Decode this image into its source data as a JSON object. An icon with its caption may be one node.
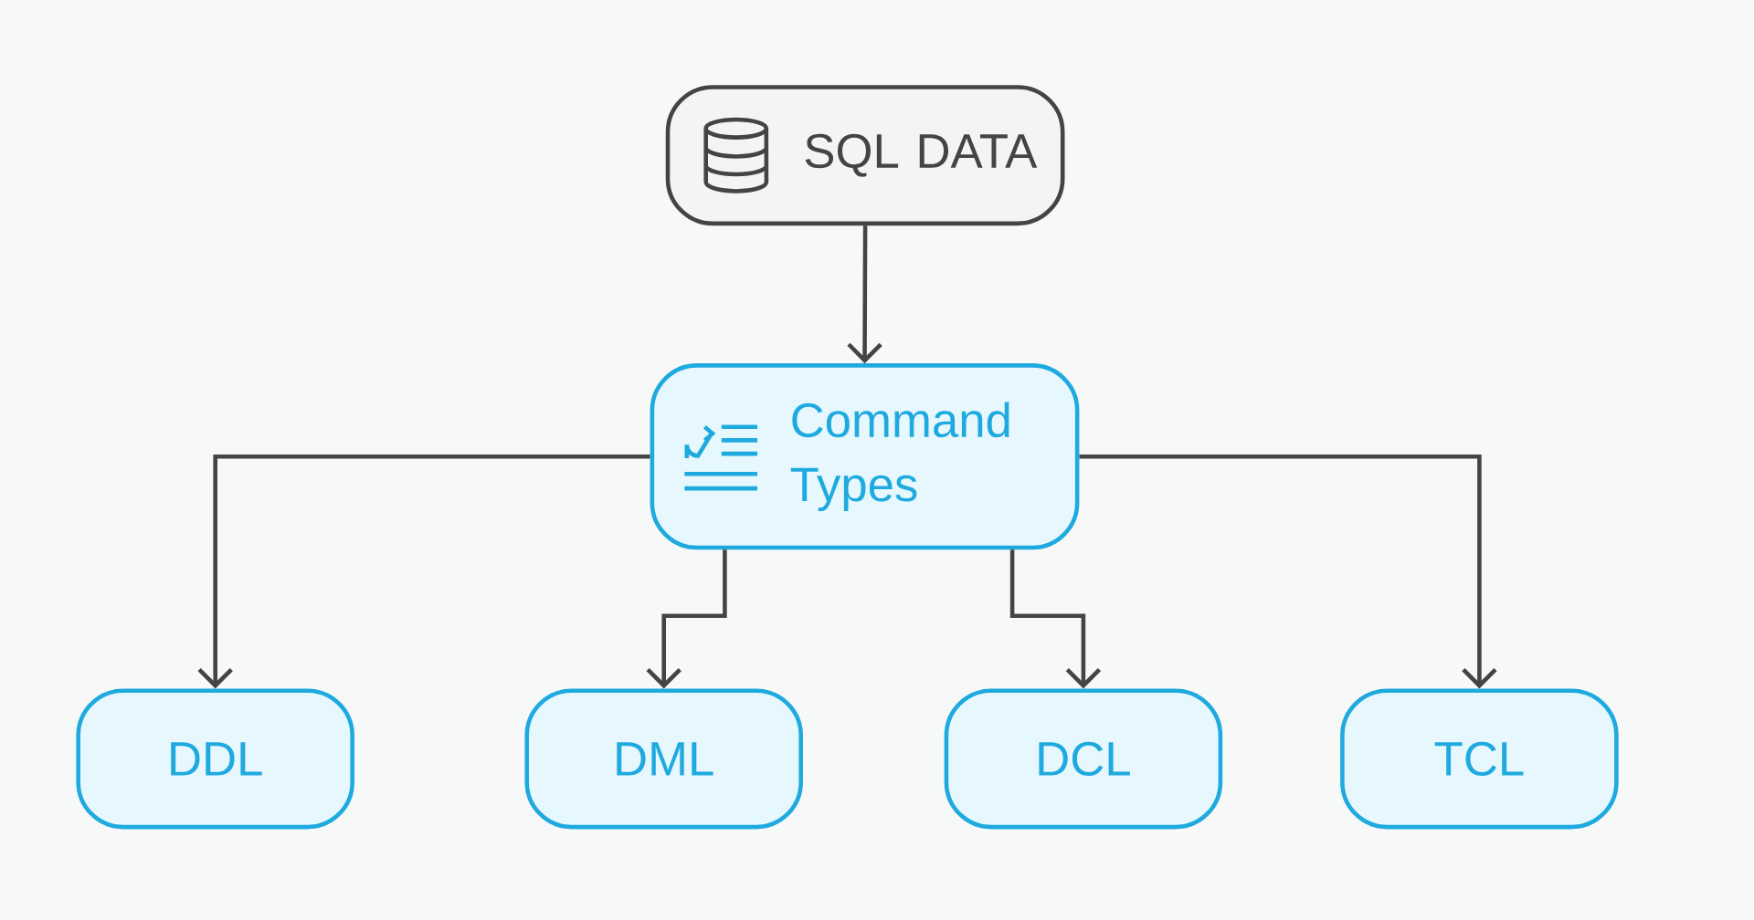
{
  "diagram": {
    "nodes": [
      {
        "text": [
          "SQL DATA"
        ]
      },
      {
        "text": [
          "Command Types"
        ]
      },
      {
        "text": [
          "DDL"
        ]
      },
      {
        "text": [
          "DML"
        ]
      },
      {
        "text": [
          "DCL"
        ]
      },
      {
        "text": [
          "TCL"
        ]
      }
    ],
    "edges": [
      {
        "from": 0,
        "to": 1,
        "arrow": "to"
      },
      {
        "from": 1,
        "to": 2,
        "arrow": "to"
      },
      {
        "from": 1,
        "to": 3,
        "arrow": "to"
      },
      {
        "from": 1,
        "to": 4,
        "arrow": "to"
      },
      {
        "from": 1,
        "to": 5,
        "arrow": "to"
      }
    ]
  }
}
